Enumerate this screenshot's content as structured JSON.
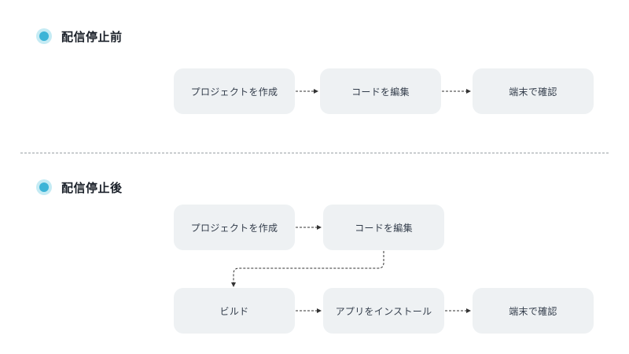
{
  "before": {
    "title": "配信停止前",
    "steps": [
      "プロジェクトを作成",
      "コードを編集",
      "端末で確認"
    ]
  },
  "after": {
    "title": "配信停止後",
    "steps": [
      "プロジェクトを作成",
      "コードを編集",
      "ビルド",
      "アプリをインストール",
      "端末で確認"
    ]
  },
  "colors": {
    "accent": "#3db4d7",
    "accent_ring": "#c5ebf4",
    "step_bg": "#eef1f3",
    "arrow": "#333333",
    "divider": "#9aa0a6"
  },
  "icons": {
    "section_marker": "circle-dot-icon"
  }
}
